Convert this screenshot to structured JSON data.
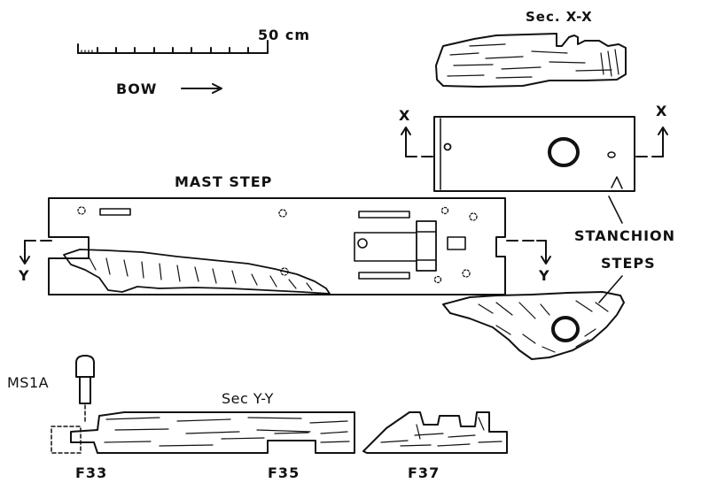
{
  "labels": {
    "scale": "50 cm",
    "bow": "BOW",
    "mast_step": "MAST STEP",
    "sec_x": "Sec. X-X",
    "x_left": "X",
    "x_right": "X",
    "y_left": "Y",
    "y_right": "Y",
    "stanchion_1": "STANCHION",
    "stanchion_2": "STEPS",
    "sec_y": "Sec Y-Y",
    "ms1a": "MS1A",
    "f33": "F33",
    "f35": "F35",
    "f37": "F37"
  },
  "colors": {
    "ink": "#111111",
    "paper": "#ffffff"
  }
}
